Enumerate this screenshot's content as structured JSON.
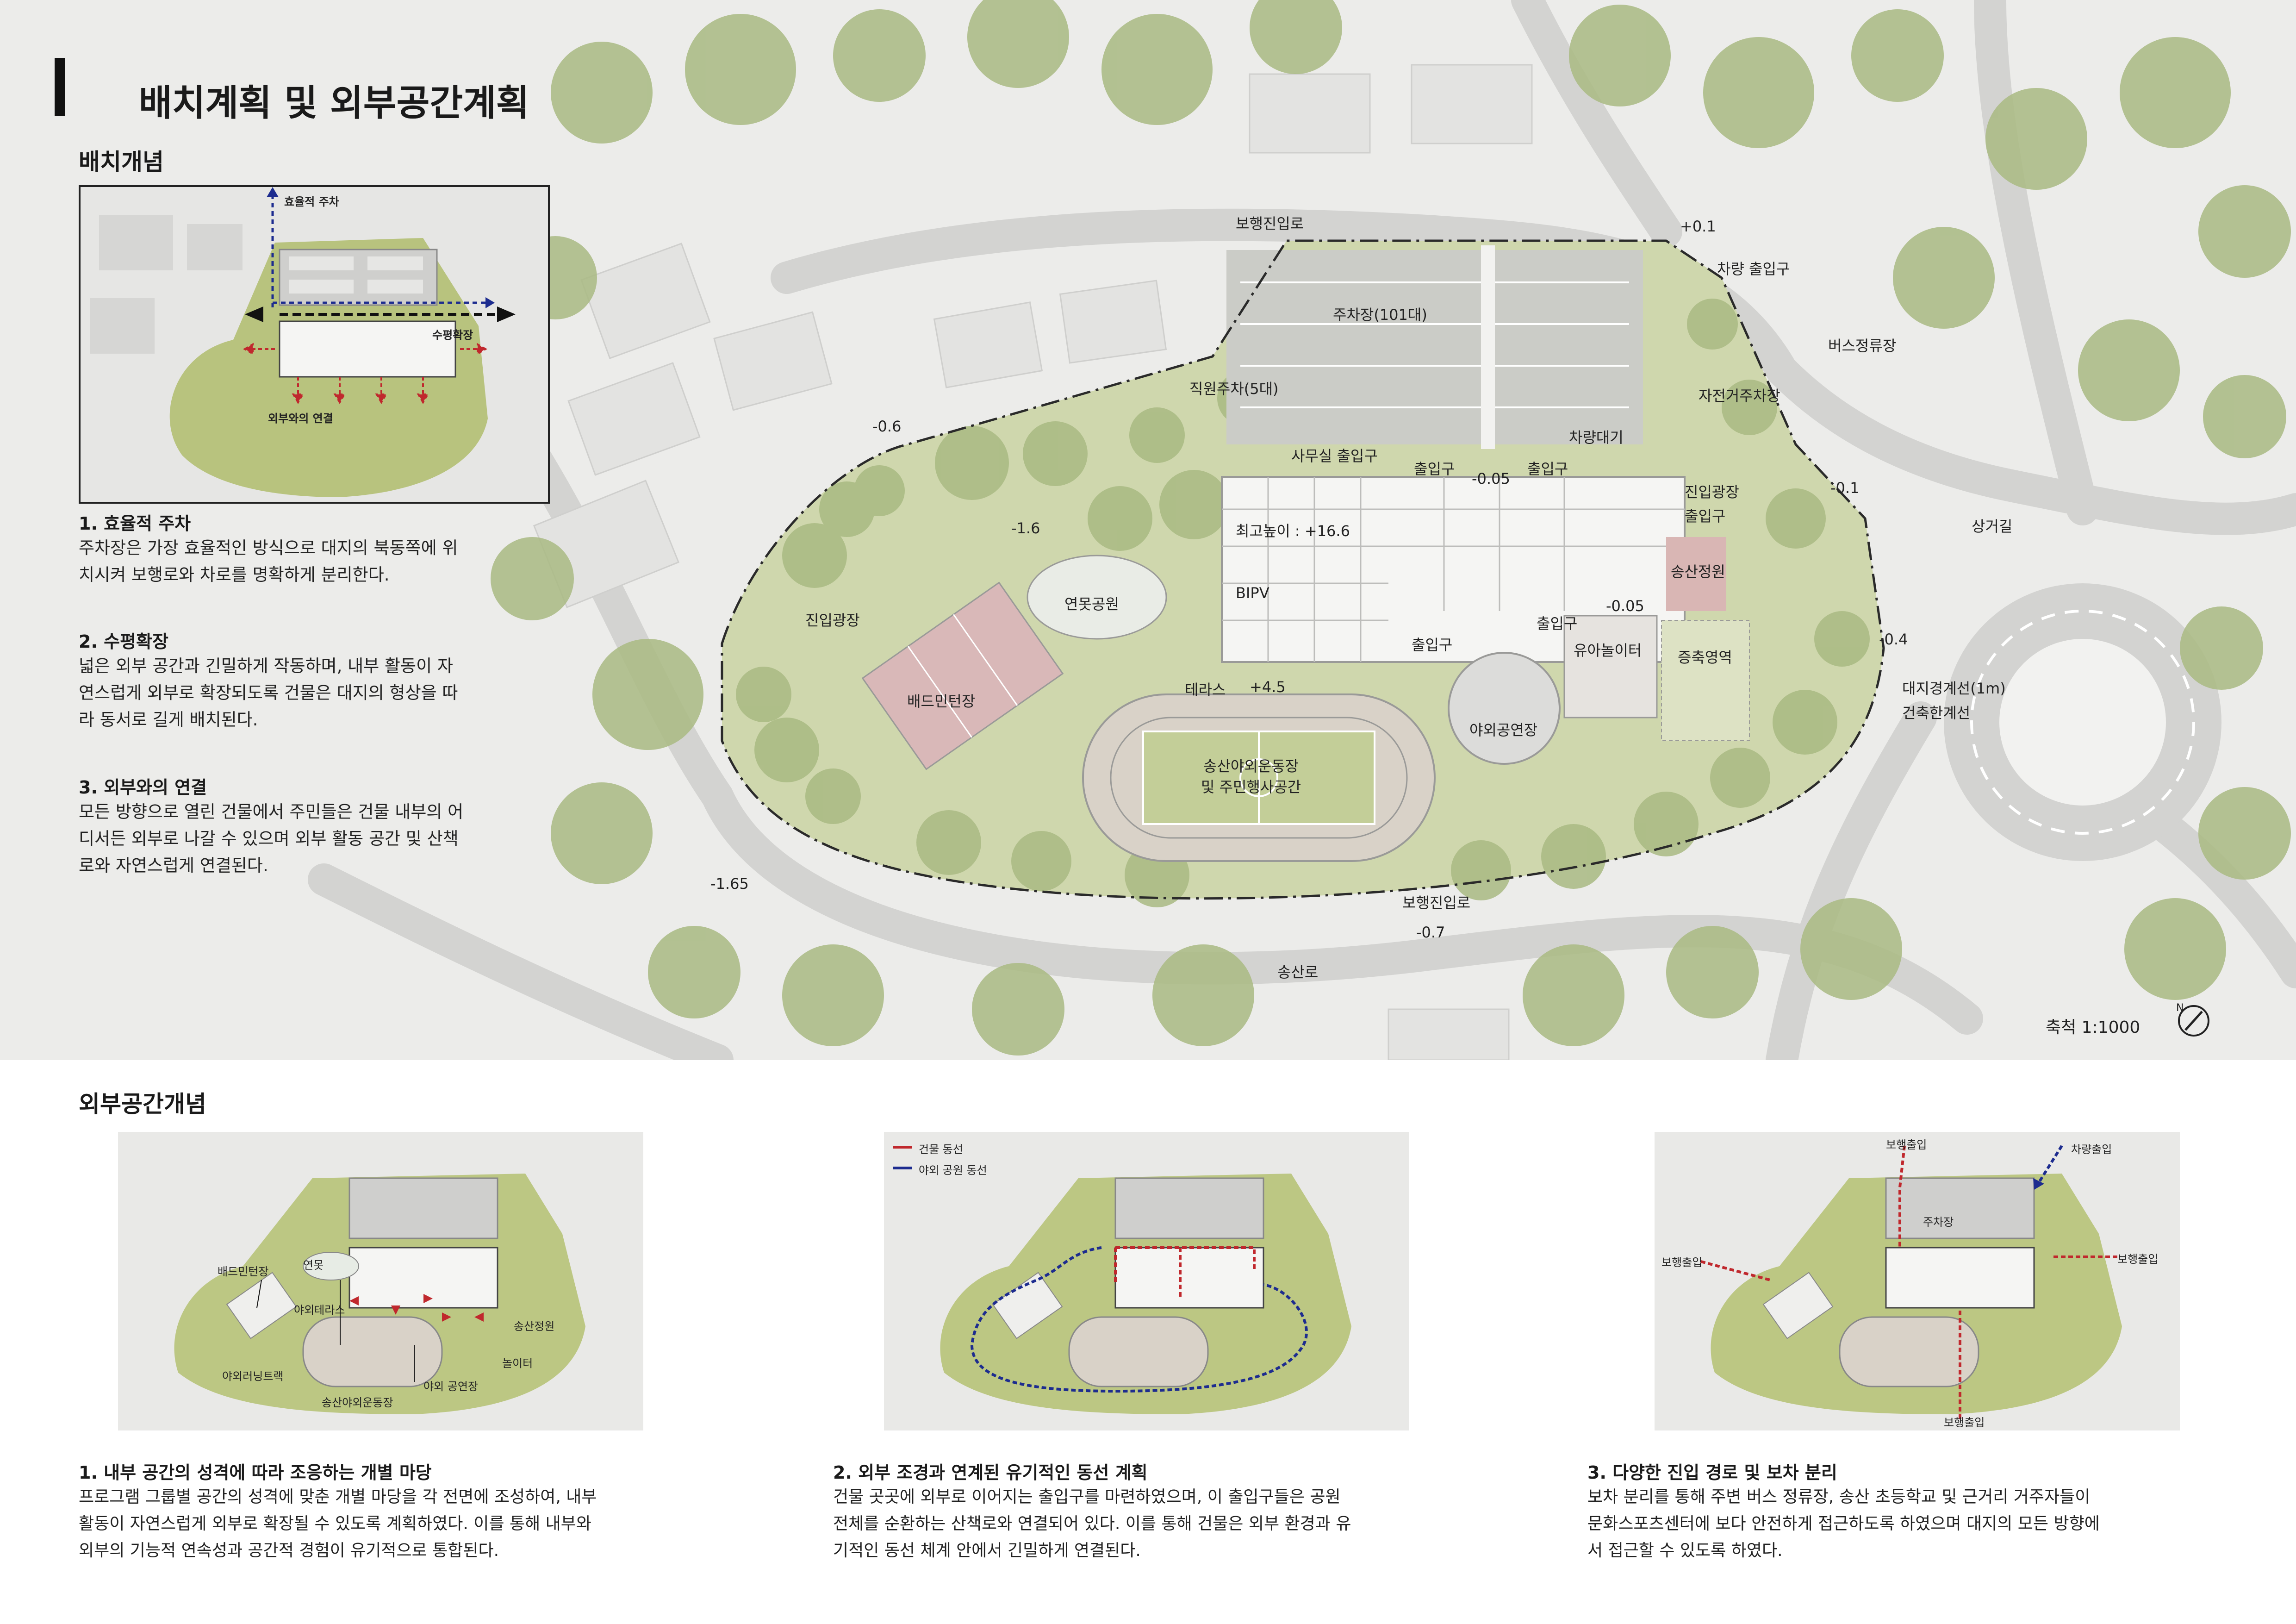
{
  "header": {
    "page_title": "배치계획 및 외부공간계획",
    "section_concept": "배치개념",
    "section_outdoor": "외부공간개념"
  },
  "concept_diagram": {
    "labels": {
      "parking": "효율적 주차",
      "plaza": "수평확장",
      "connect": "외부와의 연결"
    }
  },
  "concepts": [
    {
      "title": "1. 효율적 주차",
      "lines": [
        "주차장은 가장 효율적인 방식으로 대지의 북동쪽에 위",
        "치시켜 보행로와 차로를 명확하게 분리한다."
      ]
    },
    {
      "title": "2. 수평확장",
      "lines": [
        "넓은 외부 공간과 긴밀하게 작동하며, 내부 활동이 자",
        "연스럽게 외부로 확장되도록 건물은 대지의 형상을 따",
        "라 동서로 길게 배치된다."
      ]
    },
    {
      "title": "3. 외부와의 연결",
      "lines": [
        "모든 방향으로 열린 건물에서 주민들은 건물 내부의 어",
        "디서든 외부로 나갈 수 있으며 외부 활동 공간 및 산책",
        "로와 자연스럽게 연결된다."
      ]
    }
  ],
  "site_plan": {
    "labels": {
      "ped_entry_top": "보행진입로",
      "ped_entry_bottom": "보행진입로",
      "level_p01": "+0.1",
      "car_entry": "차량 출입구",
      "parking": "주차장(101대)",
      "staff_parking": "직원주차(5대)",
      "bike_parking": "자전거주차장",
      "car_wait": "차량대기",
      "bus_stop": "버스정류장",
      "office_entry": "사무실 출입구",
      "entry1": "출입구",
      "entry2": "출입구",
      "entry3": "출입구",
      "entry4": "출입구",
      "entry5": "출입구",
      "level_m005a": "-0.05",
      "level_m005b": "-0.05",
      "entry_plaza_r": "진입광장",
      "level_m01": "-0.1",
      "sanggeo_road": "상거길",
      "max_height": "최고높이 : +16.6",
      "bipv": "BIPV",
      "songsan_garden": "송산정원",
      "expansion": "증축영역",
      "level_m04": "-0.4",
      "site_boundary": "대지경계선(1m)",
      "building_limit": "건축한계선",
      "pond_park": "연못공원",
      "entry_plaza_l": "진입광장",
      "badminton": "배드민턴장",
      "terrace": "테라스",
      "level_p45": "+4.5",
      "playground": "유아놀이터",
      "outdoor_stage": "야외공연장",
      "field": "송산야외운동장",
      "field_sub": "및 주민행사공간",
      "level_m06": "-0.6",
      "level_m16": "-1.6",
      "level_m165": "-1.65",
      "level_m07": "-0.7",
      "songsan_road": "송산로",
      "scale": "축척 1:1000",
      "north": "N"
    }
  },
  "outdoor_panels": [
    {
      "labels": [
        "배드민턴장",
        "연못",
        "야외테라스",
        "송산정원",
        "놀이터",
        "야외러닝트랙",
        "야외 공연장",
        "송산야외운동장"
      ],
      "title": "1. 내부 공간의 성격에 따라 조응하는 개별 마당",
      "lines": [
        "프로그램 그룹별 공간의 성격에 맞춘 개별 마당을 각 전면에 조성하여, 내부",
        "활동이 자연스럽게 외부로 확장될 수 있도록 계획하였다. 이를 통해 내부와",
        "외부의 기능적 연속성과 공간적 경험이 유기적으로 통합된다."
      ]
    },
    {
      "legend": [
        "건물 동선",
        "야외 공원 동선"
      ],
      "title": "2. 외부 조경과 연계된 유기적인 동선 계획",
      "lines": [
        "건물 곳곳에 외부로 이어지는 출입구를 마련하였으며, 이 출입구들은 공원",
        "전체를 순환하는 산책로와 연결되어 있다. 이를 통해 건물은 외부 환경과 유",
        "기적인 동선 체계 안에서 긴밀하게 연결된다."
      ]
    },
    {
      "labels": [
        "보행출입",
        "차량출입",
        "주차장",
        "보행출입",
        "보행출입",
        "보행출입"
      ],
      "title": "3. 다양한 진입 경로 및 보차 분리",
      "lines": [
        "보차 분리를 통해 주변 버스 정류장, 송산 초등학교 및 근거리 거주자들이",
        "문화스포츠센터에 보다 안전하게 접근하도록 하였으며 대지의 모든 방향에",
        "서 접근할 수 있도록 하였다."
      ]
    }
  ],
  "colors": {
    "grass": "#b9c68a",
    "tree": "#9fb27a",
    "road": "#d2d2d0",
    "building": "#f4f4f2",
    "red_path": "#c0282d",
    "blue_path": "#1d2c8f"
  }
}
